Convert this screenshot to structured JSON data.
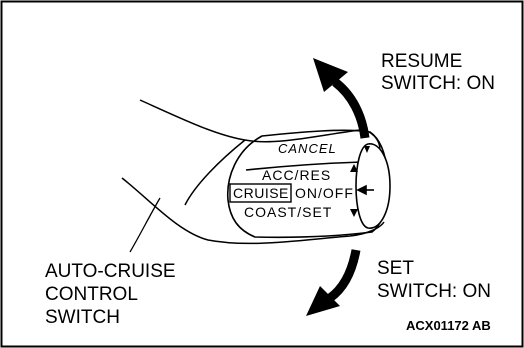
{
  "labels": {
    "resume_line1": "RESUME",
    "resume_line2": "SWITCH: ON",
    "set_line1": "SET",
    "set_line2": "SWITCH: ON",
    "auto_line1": "AUTO-CRUISE",
    "auto_line2": "CONTROL",
    "auto_line3": "SWITCH",
    "figure_code": "ACX01172 AB"
  },
  "switch_markings": {
    "cancel": "CANCEL",
    "acc_res": "ACC/RES",
    "cruise": "CRUISE",
    "on_off": "ON/OFF",
    "coast_set": "COAST/SET"
  }
}
